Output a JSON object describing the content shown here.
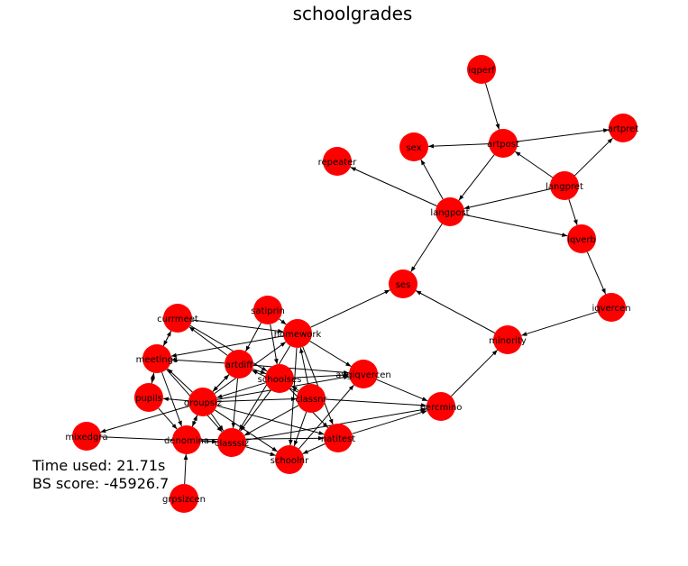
{
  "title": "schoolgrades",
  "stats": {
    "time_label": "Time used:",
    "time_value": "21.71s",
    "score_label": "BS score:",
    "score_value": "-45926.7"
  },
  "colors": {
    "node_fill": "#ff0000",
    "edge": "#000000",
    "label": "#000000",
    "background": "#ffffff"
  },
  "nodes": [
    {
      "id": "iqperf",
      "label": "iqperf"
    },
    {
      "id": "artpost",
      "label": "artpost"
    },
    {
      "id": "artpret",
      "label": "artpret"
    },
    {
      "id": "sex",
      "label": "sex"
    },
    {
      "id": "repeater",
      "label": "repeater"
    },
    {
      "id": "langpret",
      "label": "langpret"
    },
    {
      "id": "langpost",
      "label": "langpost"
    },
    {
      "id": "iqverb",
      "label": "iqverb"
    },
    {
      "id": "ses",
      "label": "ses"
    },
    {
      "id": "iqvercen",
      "label": "iqvercen"
    },
    {
      "id": "minority",
      "label": "minority"
    },
    {
      "id": "percmino",
      "label": "percmino"
    },
    {
      "id": "avgiqvercen",
      "label": "avgiqvercen"
    },
    {
      "id": "satiprin",
      "label": "satiprin"
    },
    {
      "id": "homework",
      "label": "homework"
    },
    {
      "id": "currmeet",
      "label": "currmeet"
    },
    {
      "id": "meetings",
      "label": "meetings"
    },
    {
      "id": "pupils",
      "label": "pupils"
    },
    {
      "id": "artdiff",
      "label": "artdiff"
    },
    {
      "id": "schoolses",
      "label": "schoolses"
    },
    {
      "id": "classnr",
      "label": "classnr"
    },
    {
      "id": "groupsiz",
      "label": "groupsiz"
    },
    {
      "id": "mixedgra",
      "label": "mixedgra"
    },
    {
      "id": "denomina",
      "label": "denomina"
    },
    {
      "id": "classsiz",
      "label": "classsiz"
    },
    {
      "id": "schoolnr",
      "label": "schoolnr"
    },
    {
      "id": "natitest",
      "label": "natitest"
    },
    {
      "id": "grpsizcen",
      "label": "grpsizcen"
    }
  ],
  "edges": [
    [
      "iqperf",
      "artpost"
    ],
    [
      "artpost",
      "sex"
    ],
    [
      "artpost",
      "artpret"
    ],
    [
      "artpost",
      "langpost"
    ],
    [
      "langpret",
      "artpost"
    ],
    [
      "langpret",
      "artpret"
    ],
    [
      "langpret",
      "langpost"
    ],
    [
      "langpret",
      "iqverb"
    ],
    [
      "langpost",
      "sex"
    ],
    [
      "langpost",
      "repeater"
    ],
    [
      "langpost",
      "iqverb"
    ],
    [
      "langpost",
      "ses"
    ],
    [
      "iqverb",
      "iqvercen"
    ],
    [
      "iqvercen",
      "minority"
    ],
    [
      "minority",
      "ses"
    ],
    [
      "percmino",
      "minority"
    ],
    [
      "avgiqvercen",
      "percmino"
    ],
    [
      "homework",
      "ses"
    ],
    [
      "homework",
      "meetings"
    ],
    [
      "homework",
      "avgiqvercen"
    ],
    [
      "homework",
      "classsiz"
    ],
    [
      "homework",
      "natitest"
    ],
    [
      "homework",
      "schoolnr"
    ],
    [
      "satiprin",
      "homework"
    ],
    [
      "satiprin",
      "artdiff"
    ],
    [
      "satiprin",
      "schoolses"
    ],
    [
      "currmeet",
      "homework"
    ],
    [
      "currmeet",
      "schoolses"
    ],
    [
      "currmeet",
      "meetings"
    ],
    [
      "meetings",
      "currmeet"
    ],
    [
      "meetings",
      "pupils"
    ],
    [
      "meetings",
      "denomina"
    ],
    [
      "meetings",
      "classsiz"
    ],
    [
      "pupils",
      "meetings"
    ],
    [
      "pupils",
      "denomina"
    ],
    [
      "artdiff",
      "meetings"
    ],
    [
      "artdiff",
      "currmeet"
    ],
    [
      "artdiff",
      "avgiqvercen"
    ],
    [
      "artdiff",
      "schoolses"
    ],
    [
      "artdiff",
      "groupsiz"
    ],
    [
      "artdiff",
      "classsiz"
    ],
    [
      "schoolses",
      "avgiqvercen"
    ],
    [
      "schoolses",
      "natitest"
    ],
    [
      "schoolses",
      "classsiz"
    ],
    [
      "schoolses",
      "groupsiz"
    ],
    [
      "classnr",
      "homework"
    ],
    [
      "classnr",
      "schoolses"
    ],
    [
      "classnr",
      "artdiff"
    ],
    [
      "classnr",
      "classsiz"
    ],
    [
      "classnr",
      "schoolnr"
    ],
    [
      "classnr",
      "percmino"
    ],
    [
      "groupsiz",
      "artdiff"
    ],
    [
      "groupsiz",
      "classnr"
    ],
    [
      "groupsiz",
      "mixedgra"
    ],
    [
      "groupsiz",
      "denomina"
    ],
    [
      "groupsiz",
      "classsiz"
    ],
    [
      "groupsiz",
      "natitest"
    ],
    [
      "groupsiz",
      "meetings"
    ],
    [
      "groupsiz",
      "pupils"
    ],
    [
      "groupsiz",
      "homework"
    ],
    [
      "groupsiz",
      "schoolnr"
    ],
    [
      "groupsiz",
      "avgiqvercen"
    ],
    [
      "denomina",
      "groupsiz"
    ],
    [
      "denomina",
      "classsiz"
    ],
    [
      "denomina",
      "natitest"
    ],
    [
      "mixedgra",
      "classsiz"
    ],
    [
      "grpsizcen",
      "denomina"
    ],
    [
      "classsiz",
      "schoolnr"
    ],
    [
      "classsiz",
      "percmino"
    ],
    [
      "schoolnr",
      "avgiqvercen"
    ],
    [
      "natitest",
      "percmino"
    ],
    [
      "natitest",
      "schoolnr"
    ]
  ]
}
